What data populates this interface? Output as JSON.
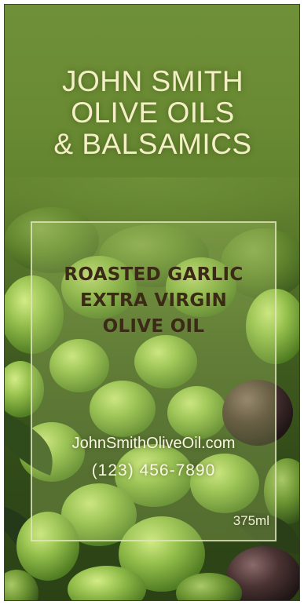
{
  "brand": {
    "line1": "JOHN SMITH",
    "line2": "OLIVE OILS",
    "line3": "& BALSAMICS"
  },
  "product": {
    "line1": "ROASTED GARLIC",
    "line2": "EXTRA VIRGIN",
    "line3": "OLIVE OIL"
  },
  "contact": {
    "website": "JohnSmithOliveOil.com",
    "phone": "(123) 456-7890"
  },
  "volume": "375ml",
  "colors": {
    "background_green": "#6f9038",
    "brand_text": "#f4efc6",
    "product_text": "#3a2a16",
    "olive_green": "#8fb54a",
    "dark_olive": "#3a2a2a"
  }
}
